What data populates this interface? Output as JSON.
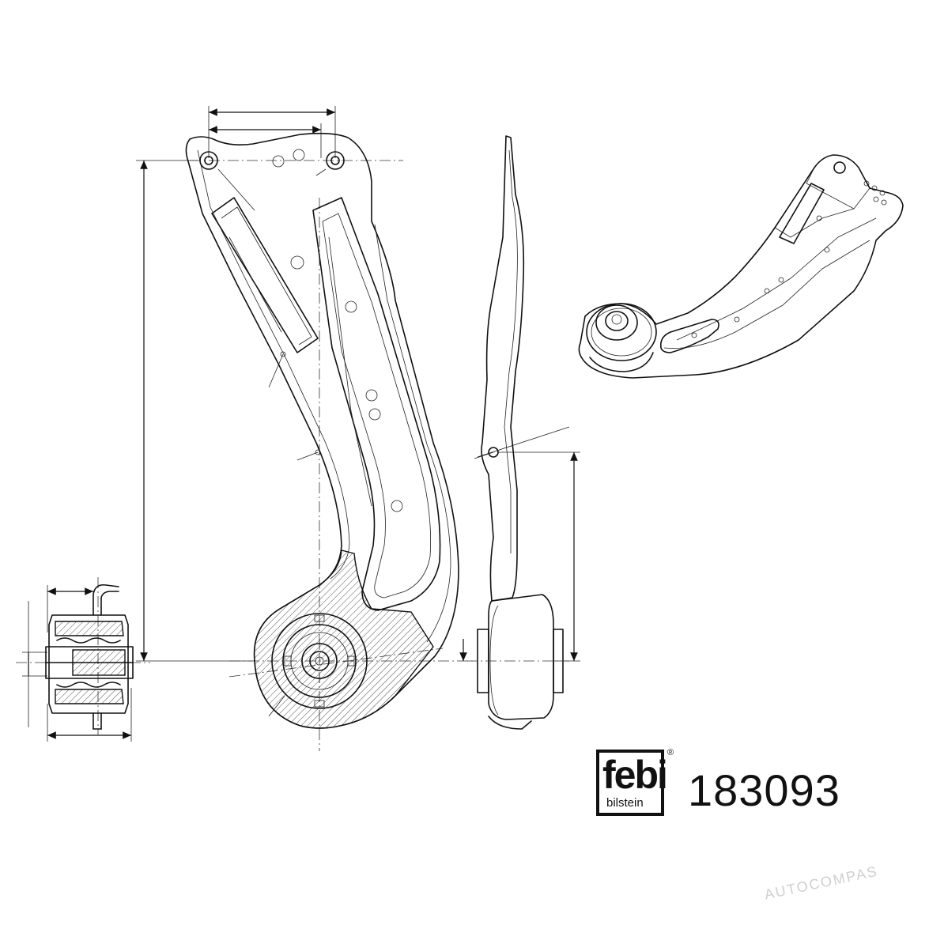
{
  "part_number": "183093",
  "brand": {
    "logo_main": "febi",
    "logo_sub": "bilstein",
    "registered_mark": "®"
  },
  "watermark": "AUTOCOMPAS",
  "colors": {
    "line": "#111111",
    "background": "#ffffff",
    "watermark": "#cfcfcf"
  }
}
